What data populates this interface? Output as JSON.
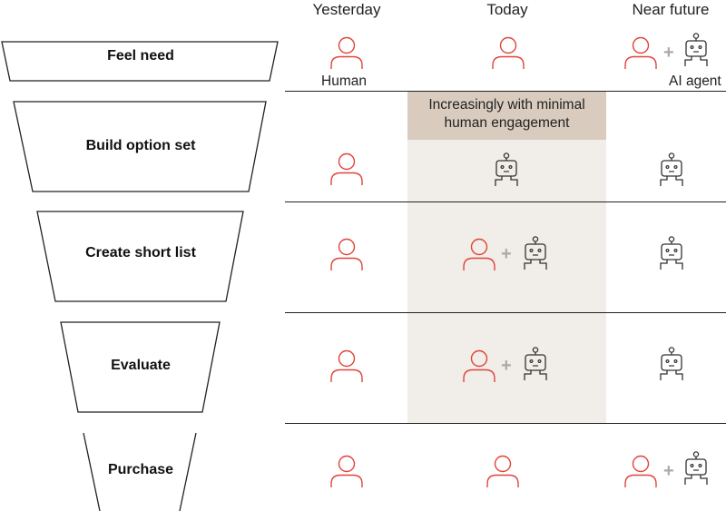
{
  "columns": {
    "yesterday": "Yesterday",
    "today": "Today",
    "near_future": "Near future"
  },
  "stages": {
    "feel_need": "Feel need",
    "build_option_set": "Build option set",
    "create_short_list": "Create short list",
    "evaluate": "Evaluate",
    "purchase": "Purchase"
  },
  "labels": {
    "human": "Human",
    "ai_agent": "AI agent",
    "plus": "+"
  },
  "band": {
    "line1": "Increasingly with minimal",
    "line2": "human engagement"
  },
  "colors": {
    "human": "#e0443a",
    "ai": "#333333",
    "band": "#f1ede8",
    "band_head": "#d9ccbf"
  },
  "icons": [
    "person-icon",
    "robot-icon",
    "plus-icon"
  ]
}
